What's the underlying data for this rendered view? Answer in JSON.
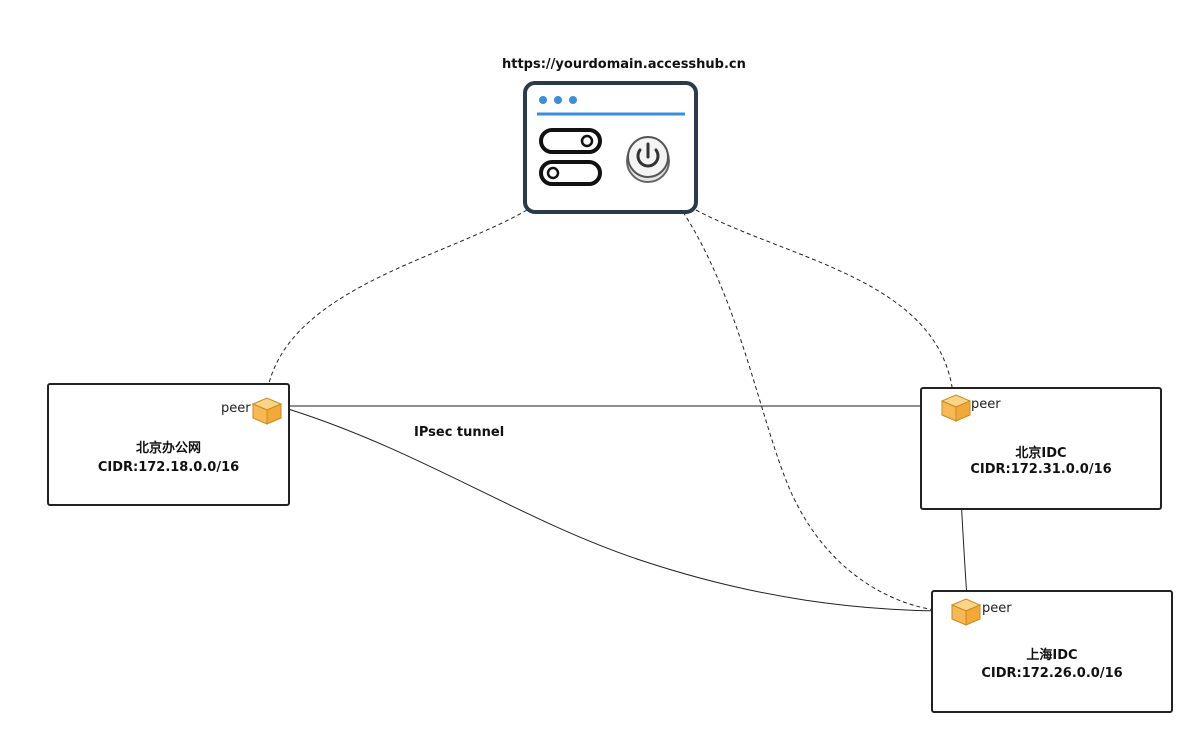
{
  "hub": {
    "url": "https://yourdomain.accesshub.cn",
    "icon": "control-panel-icon"
  },
  "sites": [
    {
      "id": "beijing-office",
      "name": "北京办公网",
      "cidr": "CIDR:172.18.0.0/16",
      "peer_label": "peer"
    },
    {
      "id": "beijing-idc",
      "name": "北京IDC",
      "cidr": "CIDR:172.31.0.0/16",
      "peer_label": "peer"
    },
    {
      "id": "shanghai-idc",
      "name": "上海IDC",
      "cidr": "CIDR:172.26.0.0/16",
      "peer_label": "peer"
    }
  ],
  "tunnel": {
    "label": "IPsec tunnel"
  },
  "colors": {
    "hub_border": "#2b3a4a",
    "hub_accent": "#3a8fd6",
    "peer_box": "#f7b955",
    "line": "#111111"
  },
  "icons": {
    "peer": "peer-box-icon",
    "power": "power-icon",
    "toggle": "toggle-switch-icon"
  }
}
